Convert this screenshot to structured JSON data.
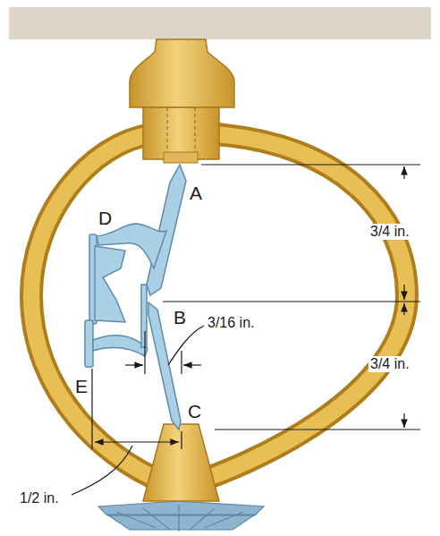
{
  "diagram": {
    "labels": [
      "A",
      "D",
      "B",
      "3/16 in.",
      "E",
      "C",
      "1/2 in.",
      "3/4 in.",
      "3/4 in."
    ]
  }
}
